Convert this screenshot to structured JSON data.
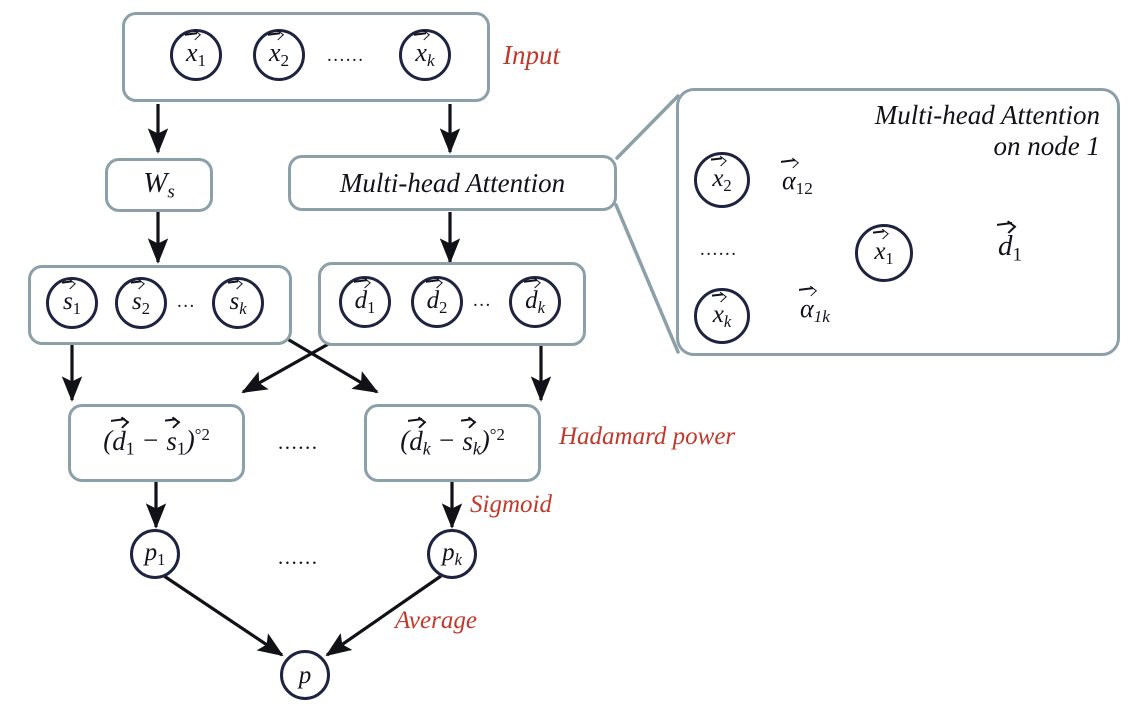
{
  "diagram": {
    "title": "Multi-head Attention Siamese-style similarity network",
    "colors": {
      "box_border": "#8ba0a8",
      "node_border": "#1e2440",
      "annotation_red": "#c0392b",
      "arrow_black": "#111118",
      "attention_head_1": "#1e2440",
      "attention_head_2": "#1f6fa8",
      "attention_head_3": "#8ba0ad",
      "output_arrow_red": "#c0392b",
      "background": "#ffffff"
    }
  },
  "input_box": {
    "nodes": [
      {
        "base": "x",
        "sub": "1"
      },
      {
        "base": "x",
        "sub": "2"
      },
      {
        "base": "x",
        "sub": "k"
      }
    ],
    "ellipsis": "......",
    "label": "Input"
  },
  "ws_box": {
    "base": "W",
    "sub": "s"
  },
  "attention_box": {
    "label": "Multi-head Attention"
  },
  "s_box": {
    "nodes": [
      {
        "base": "s",
        "sub": "1"
      },
      {
        "base": "s",
        "sub": "2"
      },
      {
        "base": "s",
        "sub": "k"
      }
    ],
    "ellipsis": "..."
  },
  "d_box": {
    "nodes": [
      {
        "base": "d",
        "sub": "1"
      },
      {
        "base": "d",
        "sub": "2"
      },
      {
        "base": "d",
        "sub": "k"
      }
    ],
    "ellipsis": "..."
  },
  "hadamard": {
    "left": {
      "d": "d",
      "d_sub": "1",
      "s": "s",
      "s_sub": "1",
      "power": "°2"
    },
    "right": {
      "d": "d",
      "d_sub": "k",
      "s": "s",
      "s_sub": "k",
      "power": "°2"
    },
    "ellipsis": "......",
    "label": "Hadamard power"
  },
  "sigmoid": {
    "label": "Sigmoid"
  },
  "p_nodes": {
    "left": {
      "base": "p",
      "sub": "1"
    },
    "right": {
      "base": "p",
      "sub": "k"
    },
    "final": {
      "base": "p"
    },
    "ellipsis": "......"
  },
  "average": {
    "label": "Average"
  },
  "inset": {
    "title_line1": "Multi-head Attention",
    "title_line2": "on node 1",
    "source_nodes": [
      {
        "base": "x",
        "sub": "2"
      },
      {
        "base": "x",
        "sub": "k"
      }
    ],
    "target_node": {
      "base": "x",
      "sub": "1"
    },
    "output_node": {
      "base": "d",
      "sub": "1"
    },
    "alpha_top": {
      "base": "α",
      "sub": "12"
    },
    "alpha_bottom": {
      "base": "α",
      "sub": "1k"
    },
    "ellipsis": "......"
  }
}
